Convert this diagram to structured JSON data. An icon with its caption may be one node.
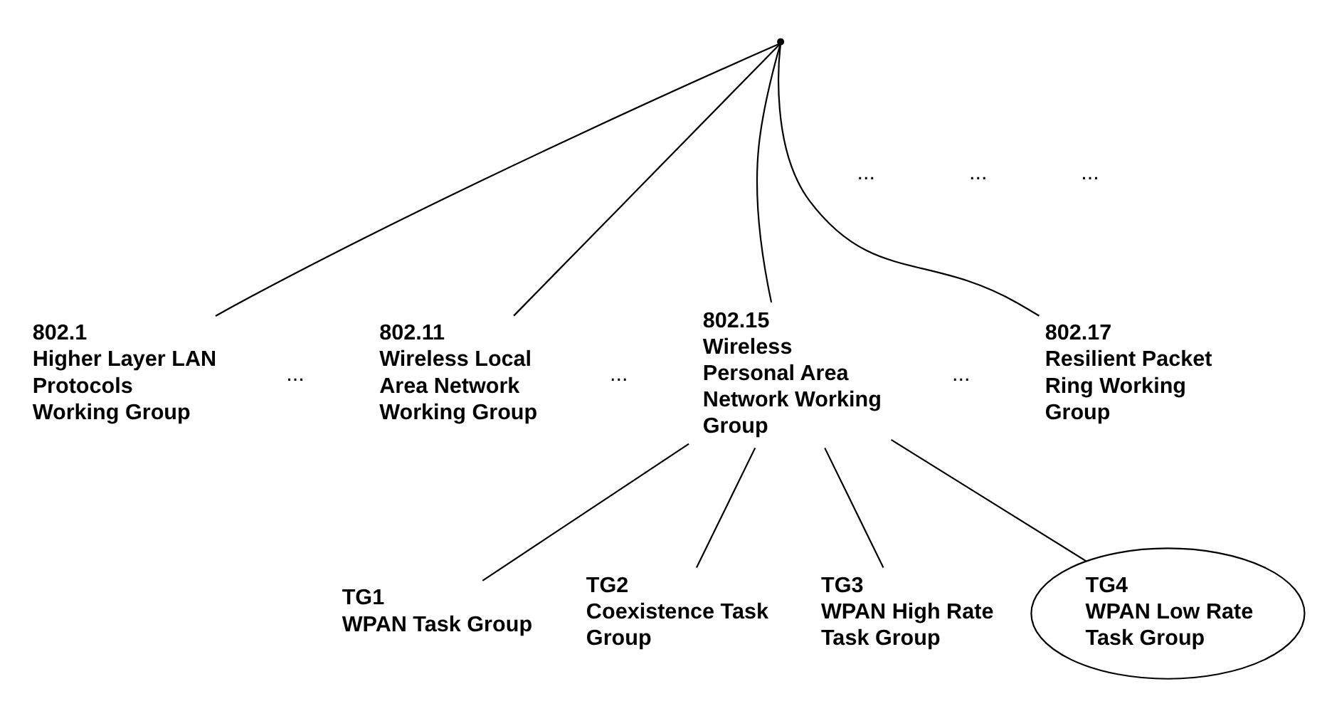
{
  "diagram": {
    "nodes": [
      {
        "text": [],
        "shape": "point"
      },
      {
        "text": [
          "802.1",
          "Higher Layer LAN Protocols Working Group"
        ]
      },
      {
        "text": [
          "802.11",
          "Wireless Local Area Network Working Group"
        ]
      },
      {
        "text": [
          "802.15",
          "Wireless Personal Area Network Working Group"
        ]
      },
      {
        "text": [
          "802.17",
          "Resilient Packet Ring Working Group"
        ]
      },
      {
        "text": [
          "TG1",
          "WPAN Task Group"
        ]
      },
      {
        "text": [
          "TG2",
          "Coexistence Task Group"
        ]
      },
      {
        "text": [
          "TG3",
          "WPAN High Rate Task Group"
        ]
      },
      {
        "text": [
          "TG4",
          "WPAN Low Rate Task Group"
        ]
      }
    ],
    "edges": [
      {
        "from": 0,
        "to": 1,
        "arrow": "none"
      },
      {
        "from": 0,
        "to": 2,
        "arrow": "none"
      },
      {
        "from": 0,
        "to": 3,
        "arrow": "none"
      },
      {
        "from": 0,
        "to": 4,
        "arrow": "none"
      },
      {
        "from": 3,
        "to": 5,
        "arrow": "none"
      },
      {
        "from": 3,
        "to": 6,
        "arrow": "none"
      },
      {
        "from": 3,
        "to": 7,
        "arrow": "none"
      },
      {
        "from": 3,
        "to": 8,
        "arrow": "none"
      }
    ],
    "labels": [
      "...",
      "...",
      "...",
      "...",
      "...",
      "..."
    ]
  }
}
